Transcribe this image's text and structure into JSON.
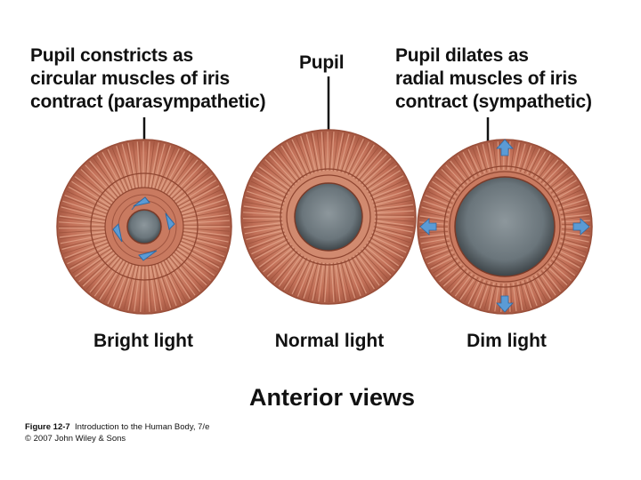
{
  "labels": {
    "left": "Pupil constricts as\ncircular muscles of iris\ncontract (parasympathetic)",
    "pupil": "Pupil",
    "right": "Pupil dilates as\nradial muscles of iris\ncontract (sympathetic)"
  },
  "conditions": [
    "Bright light",
    "Normal light",
    "Dim light"
  ],
  "view_title": "Anterior views",
  "credit": {
    "figure": "Figure 12-7",
    "book": "Introduction to the Human Body, 7/e",
    "copyright": "© 2007 John Wiley & Sons"
  },
  "colors": {
    "iris": "#c9765c",
    "iris_dark": "#8e4530",
    "pupil": "#6f7a80",
    "arrow": "#5b9bd5"
  }
}
